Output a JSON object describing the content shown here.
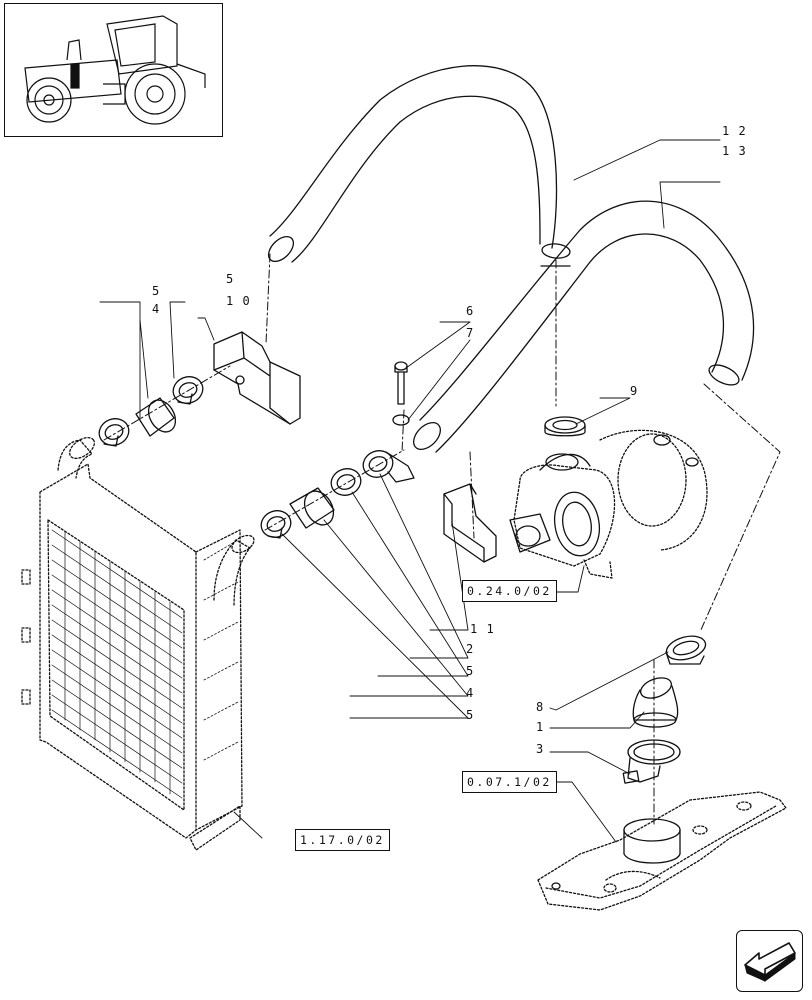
{
  "callouts": {
    "c12": "1 2",
    "c13": "1 3",
    "c5a": "5",
    "c4a": "4",
    "c5b": "5",
    "c10": "1 0",
    "c6": "6",
    "c7": "7",
    "c9": "9",
    "c11": "1 1",
    "c2": "2",
    "c5c": "5",
    "c4b": "4",
    "c5d": "5",
    "c8": "8",
    "c1": "1",
    "c3": "3"
  },
  "refs": {
    "turbo": "0.24.0/02",
    "manifold": "0.07.1/02",
    "intercooler": "1.17.0/02"
  },
  "icons": {
    "thumbnail": "tractor-icon",
    "navigation": "arrow-icon"
  },
  "colors": {
    "line": "#111111",
    "background": "#ffffff"
  }
}
